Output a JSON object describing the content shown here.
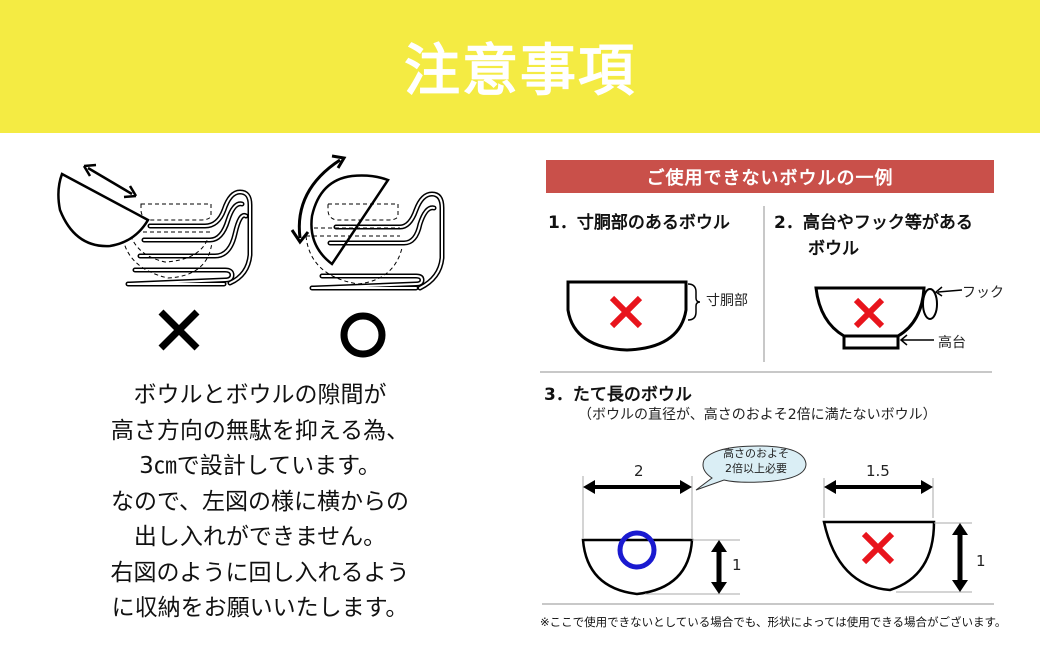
{
  "header": {
    "title": "注意事項",
    "background_color": "#f4eb43",
    "text_color": "#ffffff"
  },
  "left_panel": {
    "figures": [
      {
        "id": "sideways-insert",
        "description": "bowl inserted sideways into stacked rack",
        "mark": "✕",
        "mark_meaning": "ng"
      },
      {
        "id": "rotate-insert",
        "description": "bowl rotated into stacked rack",
        "mark": "○",
        "mark_meaning": "ok"
      }
    ],
    "text_lines": [
      "ボウルとボウルの隙間が",
      "高さ方向の無駄を抑える為、",
      "3㎝で設計しています。",
      "なので、左図の様に横からの",
      "出し入れができません。",
      "右図のように回し入れるよう",
      "に収納をお願いいたします。"
    ]
  },
  "right_panel": {
    "banner": {
      "label": "ご使用できないボウルの一例",
      "background_color": "#c9504a"
    },
    "section1": {
      "title": "1．寸胴部のあるボウル",
      "annotation": "寸胴部",
      "mark": "✕"
    },
    "section2": {
      "title_line1": "2．高台やフック等がある",
      "title_line2": "ボウル",
      "hook_label": "フック",
      "foot_label": "高台",
      "mark": "✕"
    },
    "section3": {
      "title": "3．たて長のボウル",
      "subtitle": "（ボウルの直径が、高さのおよそ2倍に満たないボウル）",
      "bubble_line1": "高さのおよそ",
      "bubble_line2": "2倍以上必要",
      "ok_example": {
        "width_label": "2",
        "height_label": "1",
        "mark": "○",
        "mark_color": "#1a1ad0"
      },
      "ng_example": {
        "width_label": "1.5",
        "height_label": "1",
        "mark": "✕",
        "mark_color": "#e8141c"
      }
    },
    "footnote": "※ここで使用できないとしている場合でも、形状によっては使用できる場合がございます。"
  }
}
